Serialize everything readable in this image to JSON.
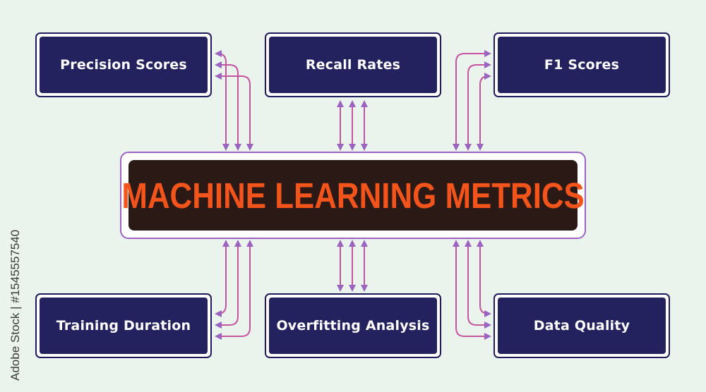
{
  "colors": {
    "background": "#eaf4ec",
    "box_fill": "#23215e",
    "hub_fill": "#2b1915",
    "hub_text": "#f2541b",
    "hub_border": "#9a64c0",
    "line_red": "#ea3f5a",
    "line_purple": "#9a64c0"
  },
  "hub": {
    "title": "MACHINE LEARNING METRICS"
  },
  "nodes": {
    "precision": "Precision Scores",
    "recall": "Recall Rates",
    "f1": "F1 Scores",
    "training": "Training Duration",
    "overfitting": "Overfitting Analysis",
    "quality": "Data Quality"
  },
  "watermark": {
    "text": "Adobe Stock | #1545557540"
  }
}
